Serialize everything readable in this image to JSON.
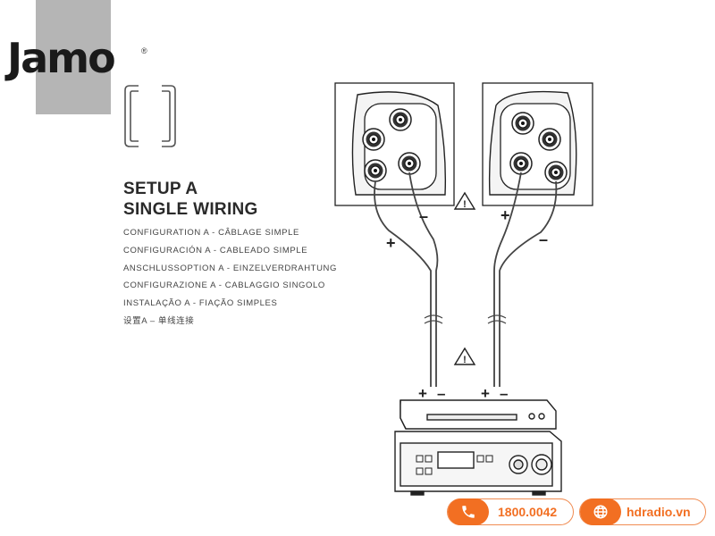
{
  "logo": {
    "text": "Jamo",
    "mark": "®"
  },
  "title": {
    "line1": "SETUP A",
    "line2": "SINGLE WIRING"
  },
  "languages": [
    "CONFIGURATION A - CÂBLAGE SIMPLE",
    "CONFIGURACIÓN A - CABLEADO SIMPLE",
    "ANSCHLUSSOPTION A - EINZELVERDRAHTUNG",
    "CONFIGURAZIONE A - CABLAGGIO SINGOLO",
    "INSTALAÇÃO A - FIAÇÃO SIMPLES",
    "设置A – 单线连接"
  ],
  "diagram": {
    "plus": "+",
    "minus": "–",
    "warning": "!",
    "icons": [
      "warning-triangle-icon",
      "speaker-terminal-icon",
      "amplifier-icon"
    ]
  },
  "contact": {
    "phone": "1800.0042",
    "website": "hdradio.vn",
    "accent_color": "#f26f22"
  }
}
